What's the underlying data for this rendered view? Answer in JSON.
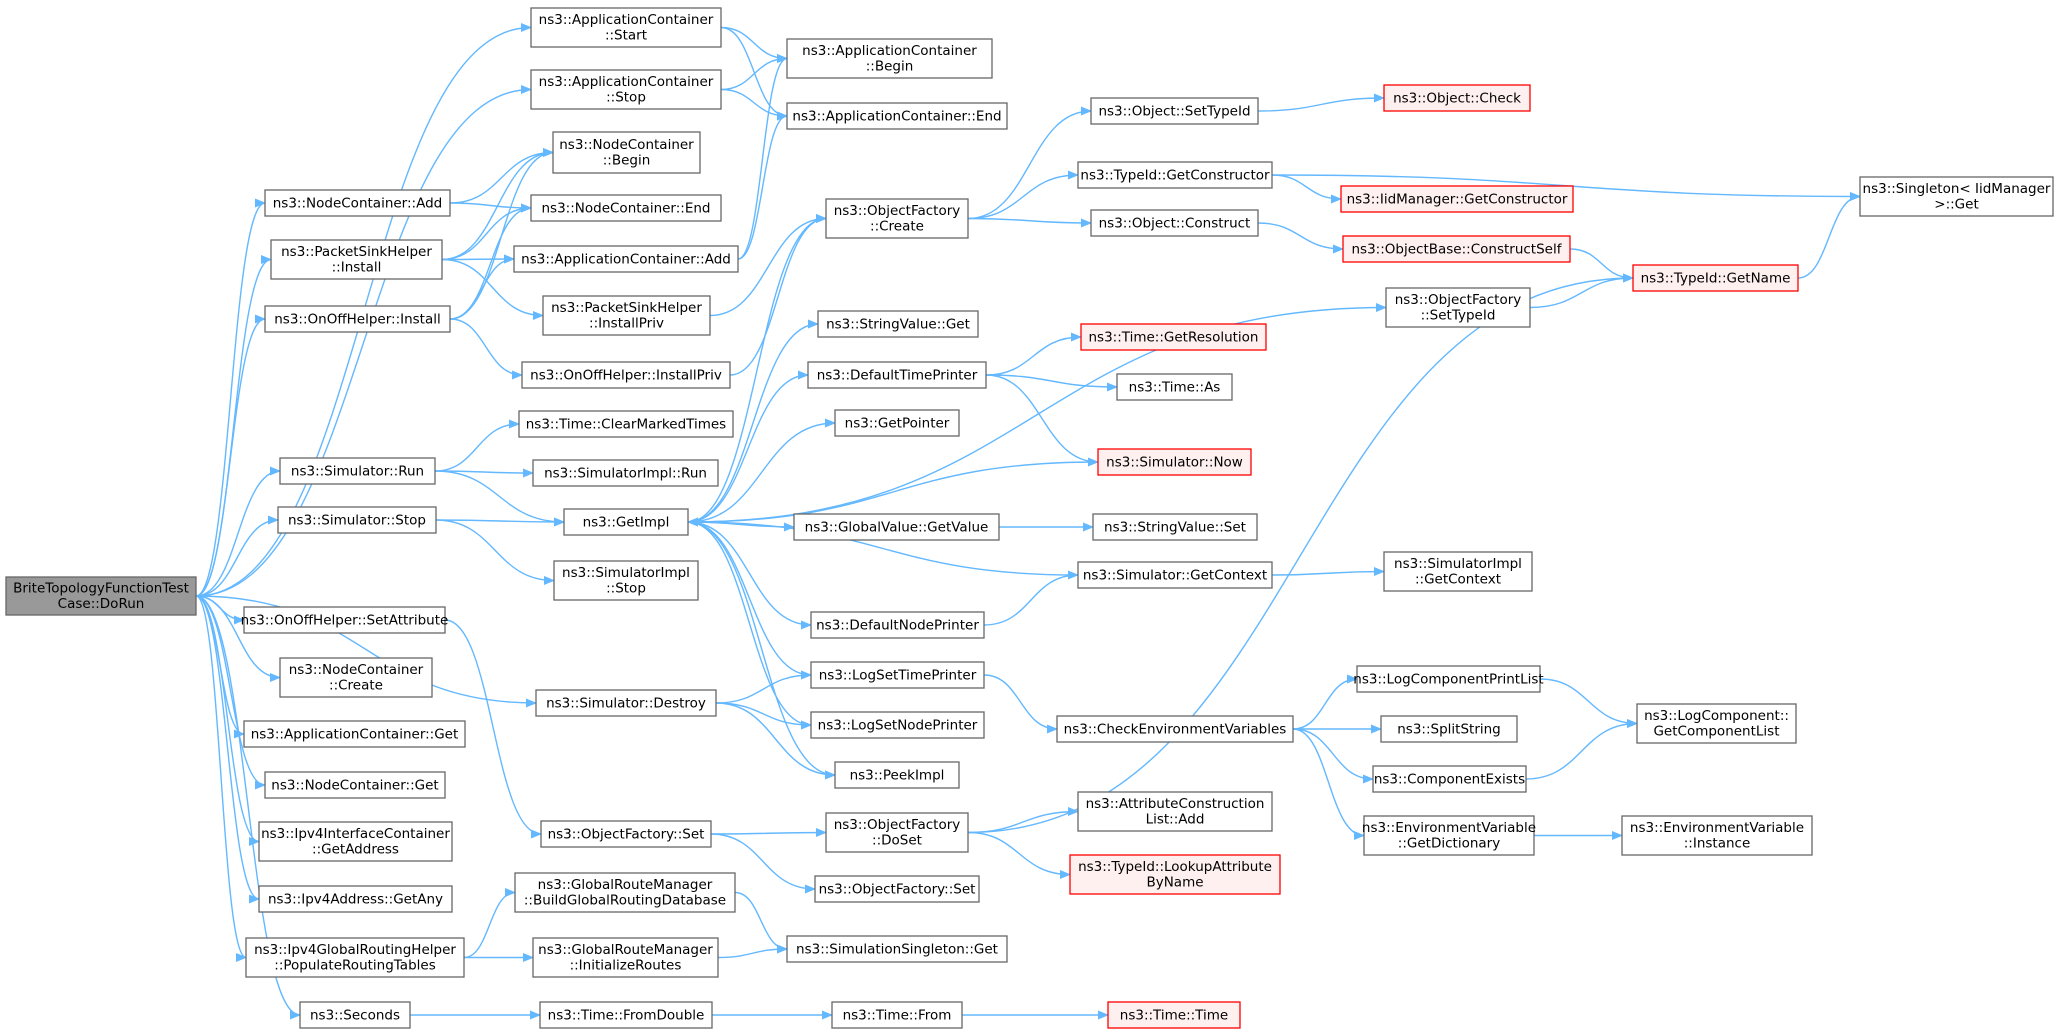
{
  "colors": {
    "edge": "#63b8ff",
    "node_border": "#666666",
    "root_fill": "#999999",
    "incomplete_border": "#ff0000",
    "incomplete_fill": "#fff0f0"
  },
  "nodes": [
    {
      "id": "root",
      "lines": [
        "BriteTopologyFunctionTest",
        "Case::DoRun"
      ],
      "style": "root"
    },
    {
      "id": "ac_start",
      "lines": [
        "ns3::ApplicationContainer",
        "::Start"
      ],
      "style": "normal"
    },
    {
      "id": "ac_stop",
      "lines": [
        "ns3::ApplicationContainer",
        "::Stop"
      ],
      "style": "normal"
    },
    {
      "id": "ac_begin",
      "lines": [
        "ns3::ApplicationContainer",
        "::Begin"
      ],
      "style": "normal"
    },
    {
      "id": "ac_end",
      "lines": [
        "ns3::ApplicationContainer::End"
      ],
      "style": "normal"
    },
    {
      "id": "nc_begin",
      "lines": [
        "ns3::NodeContainer",
        "::Begin"
      ],
      "style": "normal"
    },
    {
      "id": "nc_add",
      "lines": [
        "ns3::NodeContainer::Add"
      ],
      "style": "normal"
    },
    {
      "id": "nc_end",
      "lines": [
        "ns3::NodeContainer::End"
      ],
      "style": "normal"
    },
    {
      "id": "psh_install",
      "lines": [
        "ns3::PacketSinkHelper",
        "::Install"
      ],
      "style": "normal"
    },
    {
      "id": "ac_add",
      "lines": [
        "ns3::ApplicationContainer::Add"
      ],
      "style": "normal"
    },
    {
      "id": "ooh_install",
      "lines": [
        "ns3::OnOffHelper::Install"
      ],
      "style": "normal"
    },
    {
      "id": "psh_installpriv",
      "lines": [
        "ns3::PacketSinkHelper",
        "::InstallPriv"
      ],
      "style": "normal"
    },
    {
      "id": "ooh_installpriv",
      "lines": [
        "ns3::OnOffHelper::InstallPriv"
      ],
      "style": "normal"
    },
    {
      "id": "of_create",
      "lines": [
        "ns3::ObjectFactory",
        "::Create"
      ],
      "style": "normal"
    },
    {
      "id": "obj_settypeid",
      "lines": [
        "ns3::Object::SetTypeId"
      ],
      "style": "normal"
    },
    {
      "id": "obj_check",
      "lines": [
        "ns3::Object::Check"
      ],
      "style": "red"
    },
    {
      "id": "tid_getconstructor",
      "lines": [
        "ns3::TypeId::GetConstructor"
      ],
      "style": "normal"
    },
    {
      "id": "iid_getconstructor",
      "lines": [
        "ns3::IidManager::GetConstructor"
      ],
      "style": "red"
    },
    {
      "id": "singleton_get",
      "lines": [
        "ns3::Singleton< IidManager",
        ">::Get"
      ],
      "style": "normal"
    },
    {
      "id": "obj_construct",
      "lines": [
        "ns3::Object::Construct"
      ],
      "style": "normal"
    },
    {
      "id": "objbase_constructself",
      "lines": [
        "ns3::ObjectBase::ConstructSelf"
      ],
      "style": "red"
    },
    {
      "id": "tid_getname",
      "lines": [
        "ns3::TypeId::GetName"
      ],
      "style": "red"
    },
    {
      "id": "of_settypeid",
      "lines": [
        "ns3::ObjectFactory",
        "::SetTypeId"
      ],
      "style": "normal"
    },
    {
      "id": "sv_get",
      "lines": [
        "ns3::StringValue::Get"
      ],
      "style": "normal"
    },
    {
      "id": "default_time_printer",
      "lines": [
        "ns3::DefaultTimePrinter"
      ],
      "style": "normal"
    },
    {
      "id": "time_getresolution",
      "lines": [
        "ns3::Time::GetResolution"
      ],
      "style": "red"
    },
    {
      "id": "time_as",
      "lines": [
        "ns3::Time::As"
      ],
      "style": "normal"
    },
    {
      "id": "get_pointer",
      "lines": [
        "ns3::GetPointer"
      ],
      "style": "normal"
    },
    {
      "id": "sim_now",
      "lines": [
        "ns3::Simulator::Now"
      ],
      "style": "red"
    },
    {
      "id": "time_clearmarked",
      "lines": [
        "ns3::Time::ClearMarkedTimes"
      ],
      "style": "normal"
    },
    {
      "id": "sim_run",
      "lines": [
        "ns3::Simulator::Run"
      ],
      "style": "normal"
    },
    {
      "id": "simimpl_run",
      "lines": [
        "ns3::SimulatorImpl::Run"
      ],
      "style": "normal"
    },
    {
      "id": "sim_stop",
      "lines": [
        "ns3::Simulator::Stop"
      ],
      "style": "normal"
    },
    {
      "id": "get_impl",
      "lines": [
        "ns3::GetImpl"
      ],
      "style": "normal"
    },
    {
      "id": "gv_getvalue",
      "lines": [
        "ns3::GlobalValue::GetValue"
      ],
      "style": "normal"
    },
    {
      "id": "sv_set",
      "lines": [
        "ns3::StringValue::Set"
      ],
      "style": "normal"
    },
    {
      "id": "simimpl_stop",
      "lines": [
        "ns3::SimulatorImpl",
        "::Stop"
      ],
      "style": "normal"
    },
    {
      "id": "sim_getcontext",
      "lines": [
        "ns3::Simulator::GetContext"
      ],
      "style": "normal"
    },
    {
      "id": "simimpl_getcontext",
      "lines": [
        "ns3::SimulatorImpl",
        "::GetContext"
      ],
      "style": "normal"
    },
    {
      "id": "default_node_printer",
      "lines": [
        "ns3::DefaultNodePrinter"
      ],
      "style": "normal"
    },
    {
      "id": "ooh_setattribute",
      "lines": [
        "ns3::OnOffHelper::SetAttribute"
      ],
      "style": "normal"
    },
    {
      "id": "nc_create",
      "lines": [
        "ns3::NodeContainer",
        "::Create"
      ],
      "style": "normal"
    },
    {
      "id": "sim_destroy",
      "lines": [
        "ns3::Simulator::Destroy"
      ],
      "style": "normal"
    },
    {
      "id": "log_settimeprinter",
      "lines": [
        "ns3::LogSetTimePrinter"
      ],
      "style": "normal"
    },
    {
      "id": "log_setnodeprinter",
      "lines": [
        "ns3::LogSetNodePrinter"
      ],
      "style": "normal"
    },
    {
      "id": "peek_impl",
      "lines": [
        "ns3::PeekImpl"
      ],
      "style": "normal"
    },
    {
      "id": "check_env",
      "lines": [
        "ns3::CheckEnvironmentVariables"
      ],
      "style": "normal"
    },
    {
      "id": "lc_printlist",
      "lines": [
        "ns3::LogComponentPrintList"
      ],
      "style": "normal"
    },
    {
      "id": "split_string",
      "lines": [
        "ns3::SplitString"
      ],
      "style": "normal"
    },
    {
      "id": "lc_getcomponentlist",
      "lines": [
        "ns3::LogComponent::",
        "GetComponentList"
      ],
      "style": "normal"
    },
    {
      "id": "component_exists",
      "lines": [
        "ns3::ComponentExists"
      ],
      "style": "normal"
    },
    {
      "id": "env_getdictionary",
      "lines": [
        "ns3::EnvironmentVariable",
        "::GetDictionary"
      ],
      "style": "normal"
    },
    {
      "id": "env_instance",
      "lines": [
        "ns3::EnvironmentVariable",
        "::Instance"
      ],
      "style": "normal"
    },
    {
      "id": "ac_get",
      "lines": [
        "ns3::ApplicationContainer::Get"
      ],
      "style": "normal"
    },
    {
      "id": "nc_get",
      "lines": [
        "ns3::NodeContainer::Get"
      ],
      "style": "normal"
    },
    {
      "id": "ipv4ic_getaddress",
      "lines": [
        "ns3::Ipv4InterfaceContainer",
        "::GetAddress"
      ],
      "style": "normal"
    },
    {
      "id": "of_set",
      "lines": [
        "ns3::ObjectFactory::Set"
      ],
      "style": "normal"
    },
    {
      "id": "of_doset",
      "lines": [
        "ns3::ObjectFactory",
        "::DoSet"
      ],
      "style": "normal"
    },
    {
      "id": "attr_list_add",
      "lines": [
        "ns3::AttributeConstruction",
        "List::Add"
      ],
      "style": "normal"
    },
    {
      "id": "tid_lookupattribute",
      "lines": [
        "ns3::TypeId::LookupAttribute",
        "ByName"
      ],
      "style": "red"
    },
    {
      "id": "of_set2",
      "lines": [
        "ns3::ObjectFactory::Set"
      ],
      "style": "normal"
    },
    {
      "id": "ipv4addr_getany",
      "lines": [
        "ns3::Ipv4Address::GetAny"
      ],
      "style": "normal"
    },
    {
      "id": "grm_build",
      "lines": [
        "ns3::GlobalRouteManager",
        "::BuildGlobalRoutingDatabase"
      ],
      "style": "normal"
    },
    {
      "id": "ipv4grh_populate",
      "lines": [
        "ns3::Ipv4GlobalRoutingHelper",
        "::PopulateRoutingTables"
      ],
      "style": "normal"
    },
    {
      "id": "grm_init",
      "lines": [
        "ns3::GlobalRouteManager",
        "::InitializeRoutes"
      ],
      "style": "normal"
    },
    {
      "id": "simsingleton_get",
      "lines": [
        "ns3::SimulationSingleton::Get"
      ],
      "style": "normal"
    },
    {
      "id": "seconds",
      "lines": [
        "ns3::Seconds"
      ],
      "style": "normal"
    },
    {
      "id": "time_fromdouble",
      "lines": [
        "ns3::Time::FromDouble"
      ],
      "style": "normal"
    },
    {
      "id": "time_from",
      "lines": [
        "ns3::Time::From"
      ],
      "style": "normal"
    },
    {
      "id": "time_time",
      "lines": [
        "ns3::Time::Time"
      ],
      "style": "red"
    }
  ],
  "edges": [
    [
      "root",
      "ac_start"
    ],
    [
      "root",
      "ac_stop"
    ],
    [
      "root",
      "nc_add"
    ],
    [
      "root",
      "psh_install"
    ],
    [
      "root",
      "ooh_install"
    ],
    [
      "root",
      "sim_run"
    ],
    [
      "root",
      "sim_stop"
    ],
    [
      "root",
      "sim_destroy"
    ],
    [
      "root",
      "ooh_setattribute"
    ],
    [
      "root",
      "nc_create"
    ],
    [
      "root",
      "ac_get"
    ],
    [
      "root",
      "nc_get"
    ],
    [
      "root",
      "ipv4ic_getaddress"
    ],
    [
      "root",
      "ipv4addr_getany"
    ],
    [
      "root",
      "ipv4grh_populate"
    ],
    [
      "root",
      "seconds"
    ],
    [
      "ac_start",
      "ac_begin"
    ],
    [
      "ac_start",
      "ac_end"
    ],
    [
      "ac_stop",
      "ac_begin"
    ],
    [
      "ac_stop",
      "ac_end"
    ],
    [
      "nc_add",
      "nc_begin"
    ],
    [
      "nc_add",
      "nc_end"
    ],
    [
      "psh_install",
      "nc_begin"
    ],
    [
      "psh_install",
      "nc_end"
    ],
    [
      "psh_install",
      "ac_add"
    ],
    [
      "psh_install",
      "psh_installpriv"
    ],
    [
      "ooh_install",
      "nc_begin"
    ],
    [
      "ooh_install",
      "nc_end"
    ],
    [
      "ooh_install",
      "ac_add"
    ],
    [
      "ooh_install",
      "ooh_installpriv"
    ],
    [
      "ac_add",
      "ac_begin"
    ],
    [
      "ac_add",
      "ac_end"
    ],
    [
      "psh_installpriv",
      "of_create"
    ],
    [
      "ooh_installpriv",
      "of_create"
    ],
    [
      "of_create",
      "obj_settypeid"
    ],
    [
      "of_create",
      "tid_getconstructor"
    ],
    [
      "of_create",
      "obj_construct"
    ],
    [
      "obj_settypeid",
      "obj_check"
    ],
    [
      "tid_getconstructor",
      "iid_getconstructor"
    ],
    [
      "tid_getconstructor",
      "singleton_get"
    ],
    [
      "obj_construct",
      "objbase_constructself"
    ],
    [
      "objbase_constructself",
      "tid_getname"
    ],
    [
      "tid_getname",
      "singleton_get"
    ],
    [
      "of_settypeid",
      "tid_getname"
    ],
    [
      "default_time_printer",
      "time_getresolution"
    ],
    [
      "default_time_printer",
      "time_as"
    ],
    [
      "default_time_printer",
      "sim_now"
    ],
    [
      "sim_now",
      "get_impl"
    ],
    [
      "sim_run",
      "time_clearmarked"
    ],
    [
      "sim_run",
      "simimpl_run"
    ],
    [
      "sim_run",
      "get_impl"
    ],
    [
      "sim_stop",
      "get_impl"
    ],
    [
      "sim_stop",
      "simimpl_stop"
    ],
    [
      "get_impl",
      "of_create"
    ],
    [
      "get_impl",
      "of_settypeid"
    ],
    [
      "get_impl",
      "sv_get"
    ],
    [
      "get_impl",
      "default_time_printer"
    ],
    [
      "get_impl",
      "get_pointer"
    ],
    [
      "get_impl",
      "gv_getvalue"
    ],
    [
      "get_impl",
      "default_node_printer"
    ],
    [
      "get_impl",
      "log_settimeprinter"
    ],
    [
      "get_impl",
      "log_setnodeprinter"
    ],
    [
      "get_impl",
      "peek_impl"
    ],
    [
      "gv_getvalue",
      "sv_set"
    ],
    [
      "sim_getcontext",
      "get_impl"
    ],
    [
      "sim_getcontext",
      "simimpl_getcontext"
    ],
    [
      "default_node_printer",
      "sim_getcontext"
    ],
    [
      "ooh_setattribute",
      "of_set"
    ],
    [
      "sim_destroy",
      "log_settimeprinter"
    ],
    [
      "sim_destroy",
      "log_setnodeprinter"
    ],
    [
      "sim_destroy",
      "peek_impl"
    ],
    [
      "log_settimeprinter",
      "check_env"
    ],
    [
      "check_env",
      "lc_printlist"
    ],
    [
      "check_env",
      "split_string"
    ],
    [
      "check_env",
      "component_exists"
    ],
    [
      "check_env",
      "env_getdictionary"
    ],
    [
      "lc_printlist",
      "lc_getcomponentlist"
    ],
    [
      "component_exists",
      "lc_getcomponentlist"
    ],
    [
      "env_getdictionary",
      "env_instance"
    ],
    [
      "of_set",
      "of_doset"
    ],
    [
      "of_set",
      "of_set2"
    ],
    [
      "of_doset",
      "attr_list_add"
    ],
    [
      "of_doset",
      "tid_lookupattribute"
    ],
    [
      "of_doset",
      "tid_getname"
    ],
    [
      "ipv4grh_populate",
      "grm_build"
    ],
    [
      "ipv4grh_populate",
      "grm_init"
    ],
    [
      "grm_build",
      "simsingleton_get"
    ],
    [
      "grm_init",
      "simsingleton_get"
    ],
    [
      "seconds",
      "time_fromdouble"
    ],
    [
      "time_fromdouble",
      "time_from"
    ],
    [
      "time_from",
      "time_time"
    ]
  ]
}
